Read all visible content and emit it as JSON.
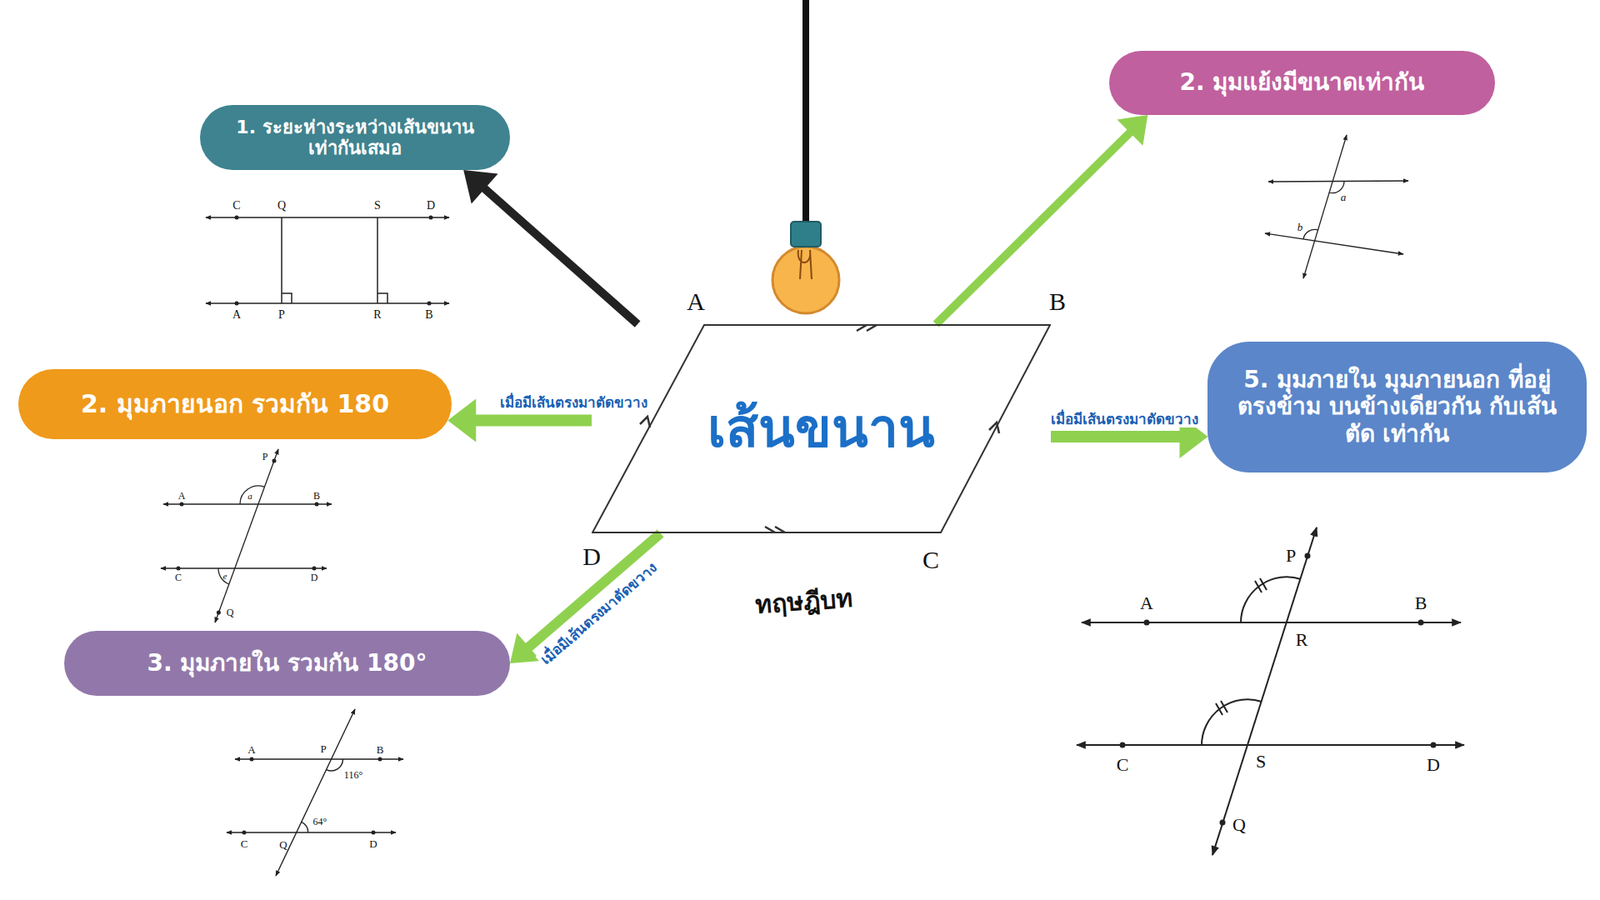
{
  "diagram": {
    "nodes": [
      {
        "text": [
          "1. ระยะห่างระหว่างเส้นขนาน เท่ากันเสมอ"
        ]
      },
      {
        "text": [
          "2. มุมแย้งมีขนาดเท่ากัน"
        ]
      },
      {
        "text": [
          "เส้นขนาน"
        ]
      },
      {
        "text": [
          "2. มุมภายนอก รวมกัน 180"
        ]
      },
      {
        "text": [
          "5. มุมภายใน มุมภายนอก ที่อยู่ตรงข้าม บนข้างเดียวกัน กับเส้นตัด เท่ากัน"
        ]
      },
      {
        "text": [
          "3. มุมภายใน รวมกัน 180°"
        ]
      }
    ],
    "edges": [
      {
        "from": 2,
        "to": 0,
        "arrow": "to"
      },
      {
        "from": 2,
        "to": 1,
        "arrow": "to"
      },
      {
        "from": 2,
        "to": 3,
        "label": "เมื่อมีเส้นตรงมาตัดขวาง",
        "arrow": "to"
      },
      {
        "from": 2,
        "to": 4,
        "label": "เมื่อมีเส้นตรงมาตัดขวาง",
        "arrow": "to"
      },
      {
        "from": 2,
        "to": 5,
        "label": "เมื่อมีเส้นตรงมาตัดขวาง",
        "arrow": "to"
      }
    ],
    "labels": [
      "A",
      "B",
      "C",
      "D",
      "ทฤษฎีบท",
      "C",
      "Q",
      "S",
      "D",
      "A",
      "P",
      "R",
      "B",
      "a",
      "b",
      "P",
      "A",
      "a",
      "B",
      "C",
      "e",
      "D",
      "Q",
      "A",
      "P",
      "B",
      "116°",
      "64°",
      "C",
      "Q",
      "D",
      "P",
      "A",
      "B",
      "R",
      "C",
      "S",
      "D",
      "Q"
    ]
  }
}
